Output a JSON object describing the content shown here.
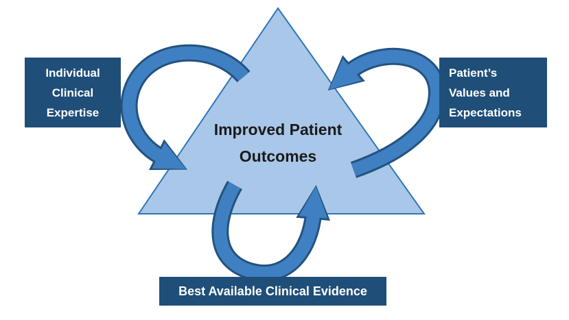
{
  "diagram": {
    "center": {
      "line1": "Improved Patient",
      "line2": "Outcomes"
    },
    "boxes": {
      "left": {
        "lines": [
          "Individual",
          "Clinical",
          "Expertise"
        ]
      },
      "right": {
        "lines": [
          "Patient’s",
          "Values and",
          "Expectations"
        ]
      },
      "bottom": {
        "label": "Best Available Clinical Evidence"
      }
    },
    "colors": {
      "box_bg": "#1F4E79",
      "box_text": "#FFFFFF",
      "triangle_fill": "#A9C7E8",
      "triangle_stroke": "#2E75B6",
      "arrow_fill": "#3E80C2",
      "arrow_outline": "#24527E",
      "center_text": "#1A1A1A"
    }
  }
}
